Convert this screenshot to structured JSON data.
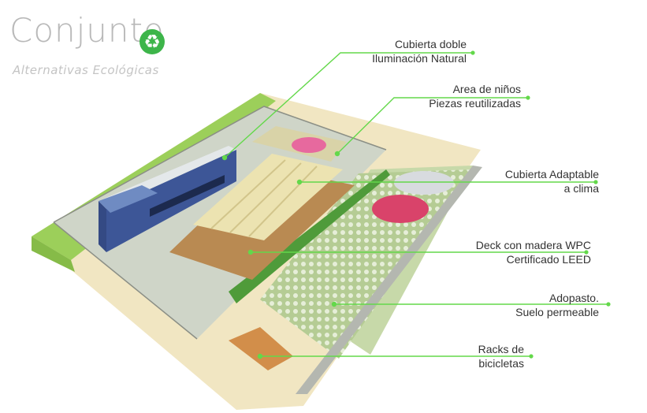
{
  "header": {
    "title": "Conjunto",
    "subtitle": "Alternativas Ecológicas",
    "badge_icon": "recycle-icon",
    "badge_glyph": "♻"
  },
  "colors": {
    "accent": "#3db54a",
    "leader": "#63d84a",
    "title": "#b9b9b9"
  },
  "labels": [
    {
      "line1": "Cubierta doble",
      "line2": "Iluminación Natural"
    },
    {
      "line1": "Area de niños",
      "line2": "Piezas reutilizadas"
    },
    {
      "line1": "Cubierta Adaptable",
      "line2": "a clima"
    },
    {
      "line1": "Deck con madera WPC",
      "line2": "Certificado LEED"
    },
    {
      "line1": "Adopasto.",
      "line2": "Suelo permeable"
    },
    {
      "line1": "Racks de",
      "line2": "bicicletas"
    }
  ]
}
